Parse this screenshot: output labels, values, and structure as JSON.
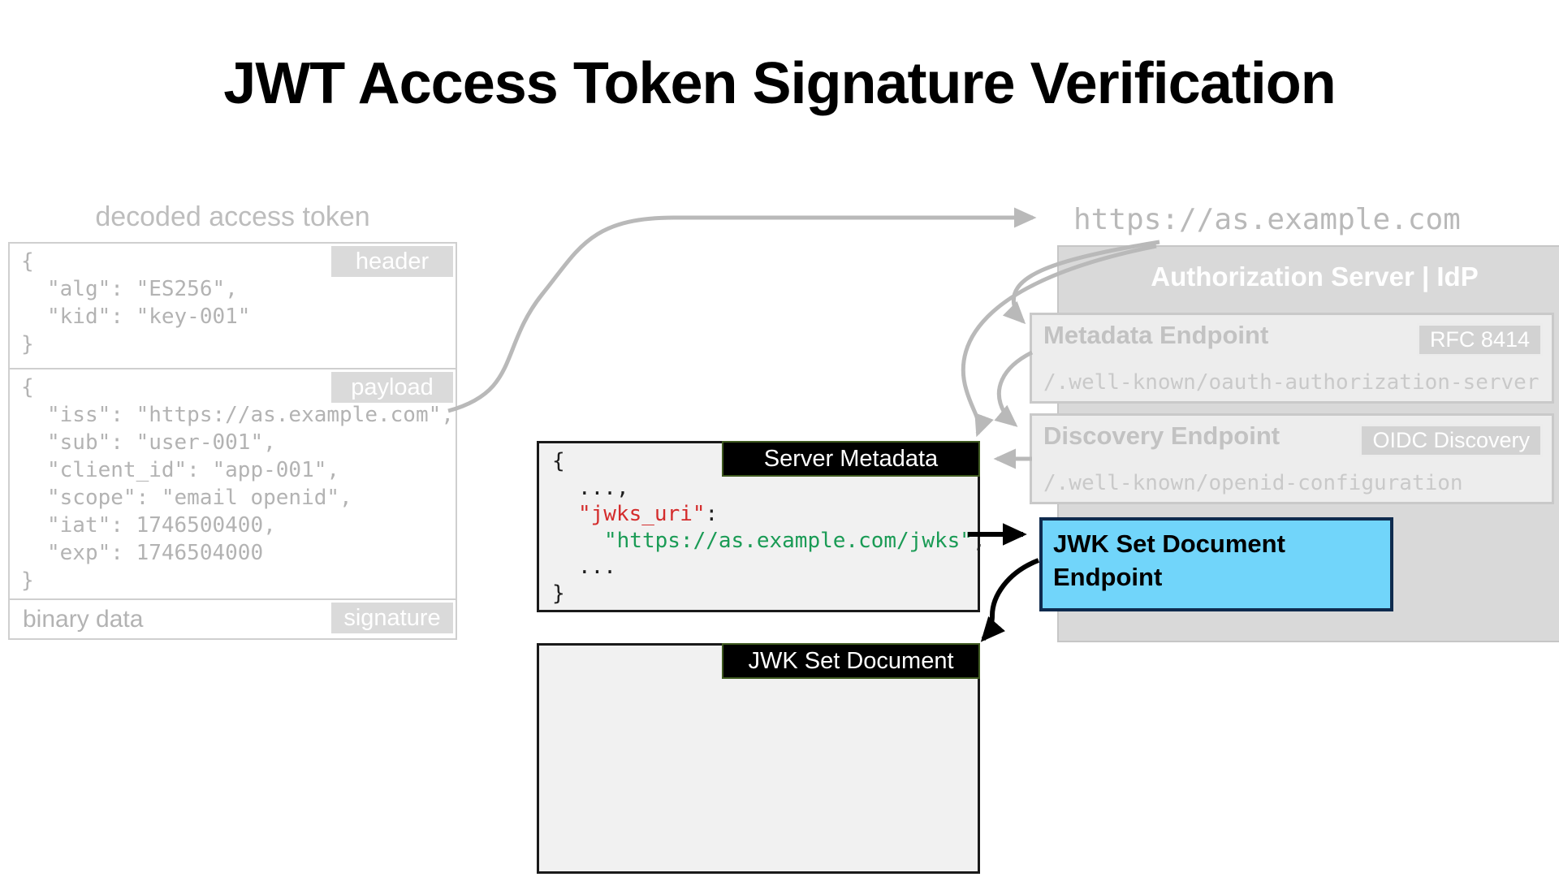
{
  "title": "JWT Access Token Signature Verification",
  "token": {
    "caption": "decoded access token",
    "header": {
      "badge": "header",
      "lines": [
        "{",
        "\"alg\": \"ES256\",",
        "\"kid\": \"key-001\"",
        "}"
      ]
    },
    "payload": {
      "badge": "payload",
      "lines": [
        "{",
        "\"iss\": \"https://as.example.com\",",
        "\"sub\": \"user-001\",",
        "\"client_id\": \"app-001\",",
        "\"scope\": \"email openid\",",
        "\"iat\": 1746500400,",
        "\"exp\": 1746504000",
        "}"
      ]
    },
    "signature": {
      "badge": "signature",
      "label": "binary data"
    }
  },
  "auth_server": {
    "issuer_url": "https://as.example.com",
    "title": "Authorization Server | IdP",
    "metadata_endpoint": {
      "title": "Metadata Endpoint",
      "badge": "RFC 8414",
      "path": "/.well-known/oauth-authorization-server"
    },
    "discovery_endpoint": {
      "title": "Discovery Endpoint",
      "badge": "OIDC Discovery",
      "path": "/.well-known/openid-configuration"
    },
    "jwks_endpoint": {
      "title": "JWK Set Document Endpoint"
    }
  },
  "server_metadata": {
    "label": "Server Metadata",
    "code": {
      "l1": "{",
      "l2": "...,",
      "key": "\"jwks_uri\"",
      "colon": ":",
      "url": "\"https://as.example.com/jwks\"",
      "comma": ",",
      "l5": "...",
      "l6": "}"
    }
  },
  "jwk_set_document": {
    "label": "JWK Set Document"
  },
  "colors": {
    "highlight_fill": "#71d5fa",
    "highlight_border": "#0f2b4e",
    "jwks_key_red": "#d42c2c",
    "jwks_url_green": "#1a9b55",
    "faded_gray": "#b9b9b9",
    "doc_label_green_border": "#3f5a20"
  }
}
